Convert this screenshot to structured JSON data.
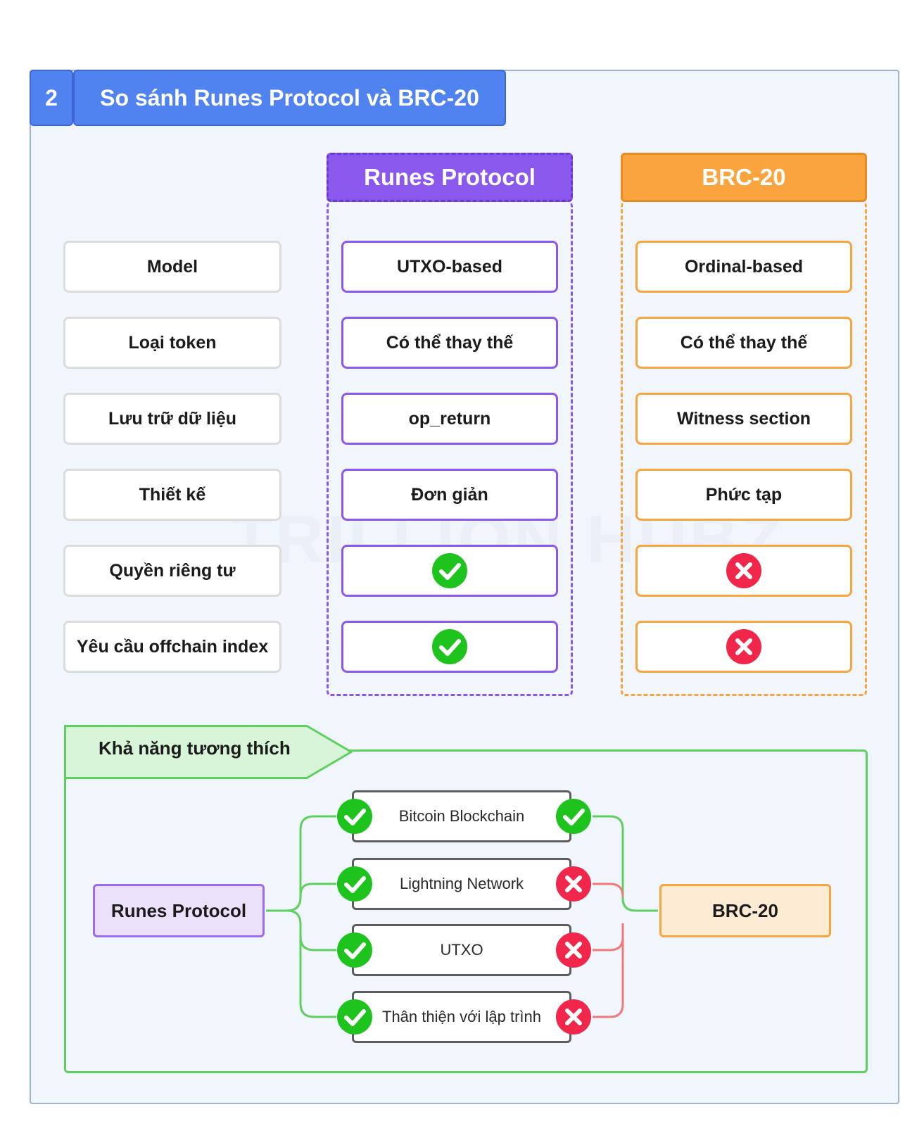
{
  "section": {
    "number": "2",
    "title": "So sánh Runes Protocol và BRC-20"
  },
  "columns": {
    "runes": "Runes Protocol",
    "brc": "BRC-20"
  },
  "rows": [
    {
      "label": "Model",
      "runes": "UTXO-based",
      "brc": "Ordinal-based"
    },
    {
      "label": "Loại token",
      "runes": "Có thể thay thế",
      "brc": "Có thể thay thế"
    },
    {
      "label": "Lưu trữ dữ liệu",
      "runes": "op_return",
      "brc": "Witness section"
    },
    {
      "label": "Thiết kế",
      "runes": "Đơn giản",
      "brc": "Phức tạp"
    },
    {
      "label": "Quyền riêng tư",
      "runes_icon": "check-icon",
      "brc_icon": "cross-icon"
    },
    {
      "label": "Yêu cầu offchain index",
      "runes_icon": "check-icon",
      "brc_icon": "cross-icon"
    }
  ],
  "compatibility": {
    "title": "Khả năng tương thích",
    "left_node": "Runes Protocol",
    "right_node": "BRC-20",
    "features": [
      {
        "name": "Bitcoin Blockchain",
        "runes": "check-icon",
        "brc": "check-icon"
      },
      {
        "name": "Lightning Network",
        "runes": "check-icon",
        "brc": "cross-icon"
      },
      {
        "name": "UTXO",
        "runes": "check-icon",
        "brc": "cross-icon"
      },
      {
        "name": "Thân thiện với lập trình",
        "runes": "check-icon",
        "brc": "cross-icon"
      }
    ]
  },
  "watermark": "TRILLION HUBZ",
  "colors": {
    "header_blue": "#5083f0",
    "runes_purple": "#8b58ee",
    "brc_orange": "#f9a43f",
    "compat_green": "#5fcf5f",
    "check_green": "#1ec31e",
    "cross_red": "#f0264a"
  }
}
